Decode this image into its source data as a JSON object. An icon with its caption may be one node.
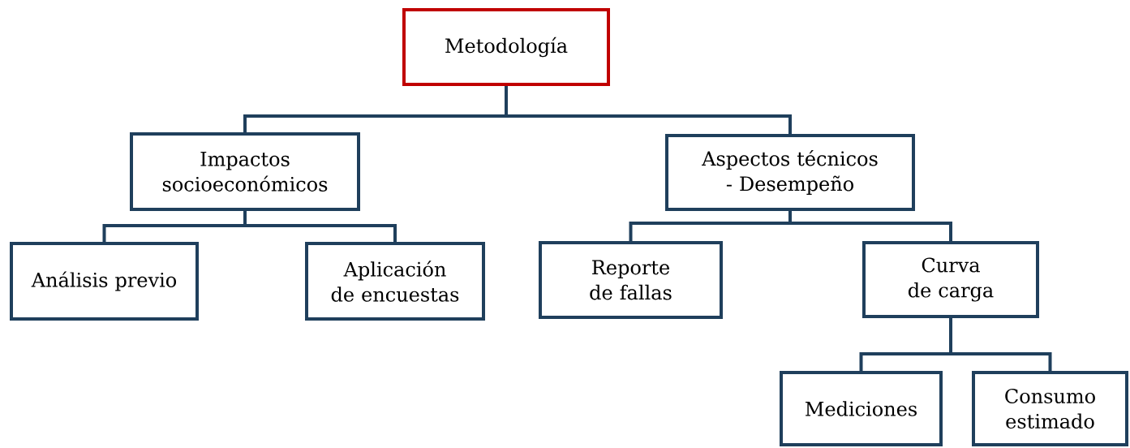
{
  "diagram": {
    "nodes": [
      {
        "text": [
          "Metodología"
        ]
      },
      {
        "text": [
          "Impactos socioeconómicos"
        ]
      },
      {
        "text": [
          "Aspectos técnicos - Desempeño"
        ]
      },
      {
        "text": [
          "Análisis previo"
        ]
      },
      {
        "text": [
          "Aplicación de encuestas"
        ]
      },
      {
        "text": [
          "Reporte de fallas"
        ]
      },
      {
        "text": [
          "Curva de carga"
        ]
      },
      {
        "text": [
          "Mediciones"
        ]
      },
      {
        "text": [
          "Consumo estimado"
        ]
      }
    ],
    "edges": [
      {
        "from": 0,
        "to": 1,
        "arrow": "none"
      },
      {
        "from": 0,
        "to": 2,
        "arrow": "none"
      },
      {
        "from": 1,
        "to": 3,
        "arrow": "none"
      },
      {
        "from": 1,
        "to": 4,
        "arrow": "none"
      },
      {
        "from": 2,
        "to": 5,
        "arrow": "none"
      },
      {
        "from": 2,
        "to": 6,
        "arrow": "none"
      },
      {
        "from": 6,
        "to": 7,
        "arrow": "none"
      },
      {
        "from": 6,
        "to": 8,
        "arrow": "none"
      }
    ]
  }
}
